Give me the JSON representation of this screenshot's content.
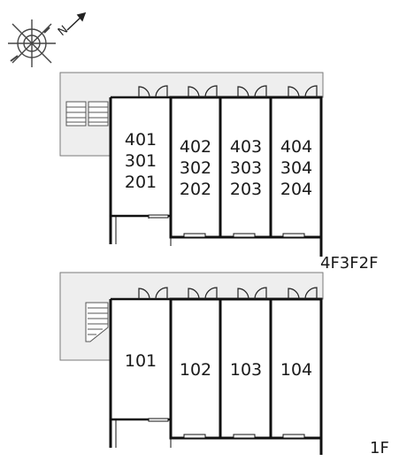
{
  "compass": {
    "icon": "compass-rose-icon",
    "north_label": "N"
  },
  "upper_plan": {
    "floor_label": "4F3F2F",
    "units": [
      {
        "lines": [
          "401",
          "301",
          "201"
        ]
      },
      {
        "lines": [
          "402",
          "302",
          "202"
        ]
      },
      {
        "lines": [
          "403",
          "303",
          "203"
        ]
      },
      {
        "lines": [
          "404",
          "304",
          "204"
        ]
      }
    ]
  },
  "lower_plan": {
    "floor_label": "1F",
    "units": [
      {
        "lines": [
          "101"
        ]
      },
      {
        "lines": [
          "102"
        ]
      },
      {
        "lines": [
          "103"
        ]
      },
      {
        "lines": [
          "104"
        ]
      }
    ]
  },
  "colors": {
    "wall": "#111111",
    "corridor": "#eeeeee",
    "outline": "#7a7a7a"
  }
}
